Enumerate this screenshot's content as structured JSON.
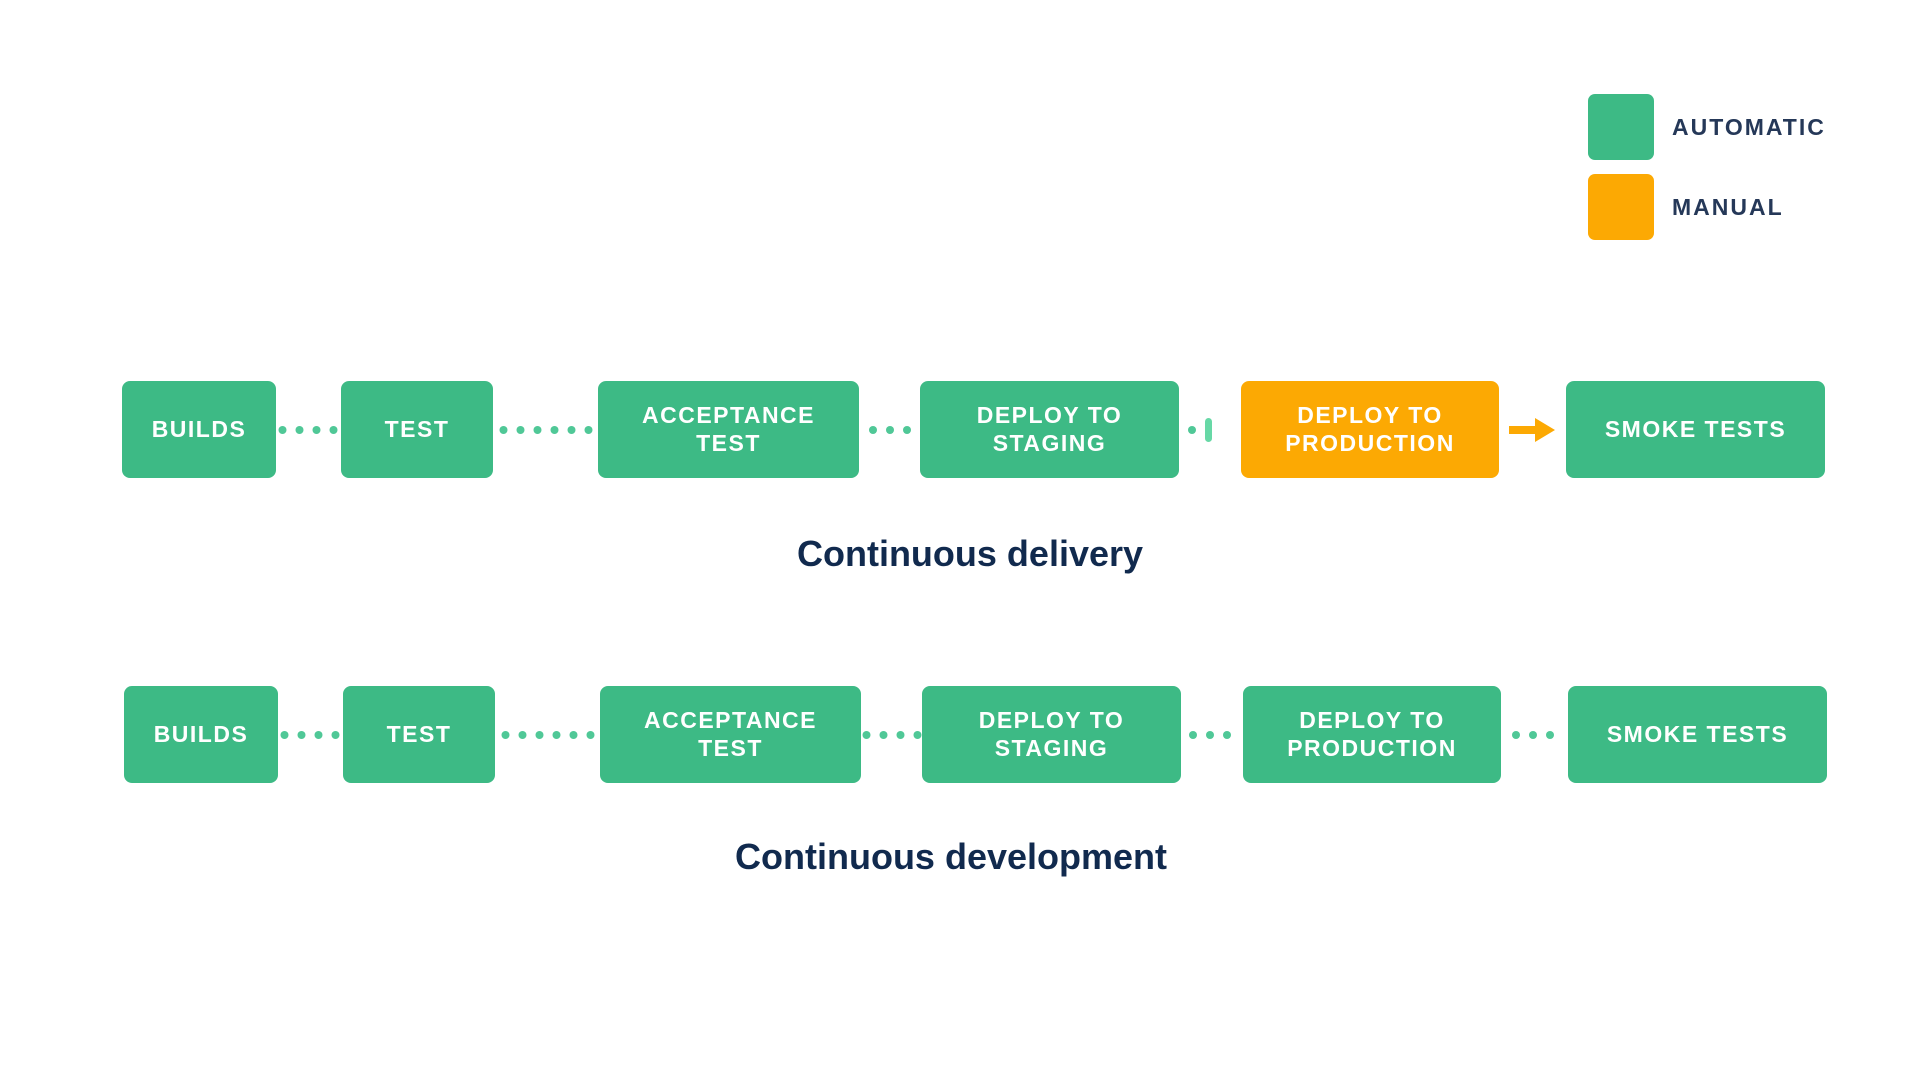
{
  "colors": {
    "automatic": "#3dba85",
    "manual": "#fca903",
    "connector_dot": "#50c897",
    "manual_gate_tick": "#67d8a6",
    "caption_text": "#112a4e",
    "legend_text": "#253858",
    "box_text": "#ffffff",
    "background": "#ffffff"
  },
  "legend": {
    "items": [
      {
        "label": "AUTOMATIC",
        "type": "automatic"
      },
      {
        "label": "MANUAL",
        "type": "manual"
      }
    ]
  },
  "pipelines": [
    {
      "caption": "Continuous delivery",
      "steps": [
        {
          "label": "BUILDS",
          "type": "automatic"
        },
        {
          "label": "TEST",
          "type": "automatic"
        },
        {
          "label": "ACCEPTANCE TEST",
          "type": "automatic"
        },
        {
          "label": "DEPLOY TO STAGING",
          "type": "automatic"
        },
        {
          "label": "DEPLOY TO PRODUCTION",
          "type": "manual"
        },
        {
          "label": "SMOKE TESTS",
          "type": "automatic"
        }
      ],
      "connectors": [
        "dots-4",
        "dots-6",
        "dots-3",
        "dot-plus-manual-gate-tick",
        "manual-arrow"
      ]
    },
    {
      "caption": "Continuous development",
      "steps": [
        {
          "label": "BUILDS",
          "type": "automatic"
        },
        {
          "label": "TEST",
          "type": "automatic"
        },
        {
          "label": "ACCEPTANCE TEST",
          "type": "automatic"
        },
        {
          "label": "DEPLOY TO STAGING",
          "type": "automatic"
        },
        {
          "label": "DEPLOY TO PRODUCTION",
          "type": "automatic"
        },
        {
          "label": "SMOKE TESTS",
          "type": "automatic"
        }
      ],
      "connectors": [
        "dots-4",
        "dots-6",
        "dots-4",
        "dots-3",
        "dots-3"
      ]
    }
  ]
}
